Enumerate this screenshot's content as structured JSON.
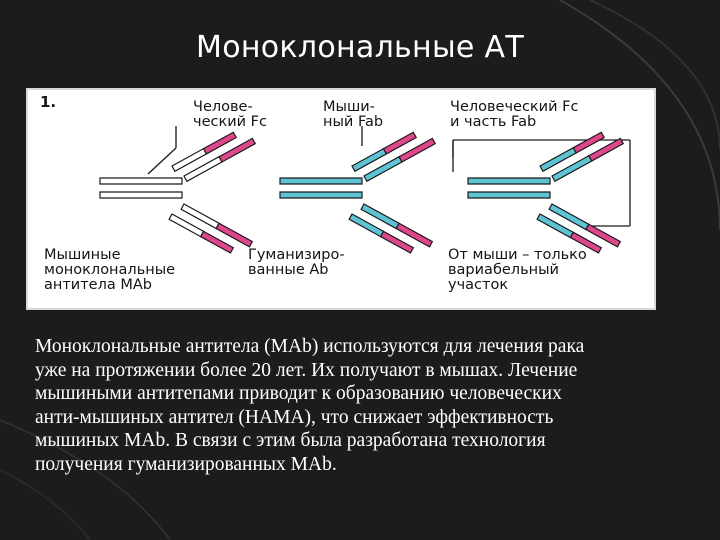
{
  "slide": {
    "title": "Моноклональные АТ"
  },
  "figure": {
    "panel_number": "1.",
    "top_labels": [
      [
        "Челове-",
        "ческий Fc"
      ],
      [
        "Мыши-",
        "ный Fab"
      ],
      [
        "Человеческий Fc",
        "и часть Fab"
      ]
    ],
    "bottom_labels": [
      [
        "Мышиные",
        "моноклональные",
        "антитела MAb"
      ],
      [
        "Гуманизиро-",
        "ванные Ab"
      ],
      [
        "От мыши – только",
        "вариабельный",
        "участок"
      ]
    ],
    "colors": {
      "mouse_region": "#e0468a",
      "human_region": "#5ec4d4",
      "outline": "#1a1a1a",
      "neutral": "#ffffff"
    }
  },
  "body": {
    "lines": [
      "Моноклональные антитела (MAb) используются для лечения рака",
      "уже на протяжении более 20 лет. Их получают в мышах. Лечение",
      "мышиными антитепами приводит к образованию человеческих",
      "анти-мышиных антител (HAMA), что снижает эффективность",
      "мышиных MAb. В связи с этим была разработана технология",
      "получения гуманизированных MAb."
    ]
  }
}
